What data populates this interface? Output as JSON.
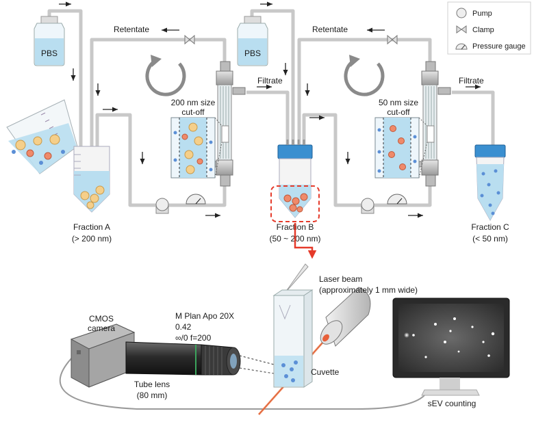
{
  "legend": {
    "pump": "Pump",
    "clamp": "Clamp",
    "gauge": "Pressure gauge"
  },
  "stage1": {
    "reservoir_label": "PBS",
    "retentate_label": "Retentate",
    "filtrate_label": "Filtrate",
    "filter_label_line1": "200 nm size",
    "filter_label_line2": "cut-off",
    "fraction_label": "Fraction A",
    "fraction_range": "(> 200 nm)"
  },
  "stage2": {
    "reservoir_label": "PBS",
    "retentate_label": "Retentate",
    "filtrate_label": "Filtrate",
    "filter_label_line1": "50 nm size",
    "filter_label_line2": "cut-off",
    "fraction_label": "Fraction B",
    "fraction_range": "(50 ~ 200 nm)"
  },
  "stage3": {
    "fraction_label": "Fraction C",
    "fraction_range": "(< 50 nm)"
  },
  "optics": {
    "laser_line1": "Laser beam",
    "laser_line2": "(approximately 1 mm wide)",
    "camera_line1": "CMOS",
    "camera_line2": "camera",
    "objective_line1": "M Plan Apo 20X",
    "objective_line2": "0.42",
    "objective_line3": "∞/0 f=200",
    "tube_lens_line1": "Tube lens",
    "tube_lens_line2": "(80 mm)",
    "cuvette_label": "Cuvette",
    "monitor_label": "sEV counting"
  },
  "colors": {
    "liquid": "#b9def0",
    "tube": "#c8c8c8",
    "particle_large": "#f5cf8a",
    "particle_medium": "#ef8a6a",
    "particle_small": "#5b8fd6",
    "highlight": "#e53a2a",
    "cap_blue": "#3a8fd0"
  }
}
